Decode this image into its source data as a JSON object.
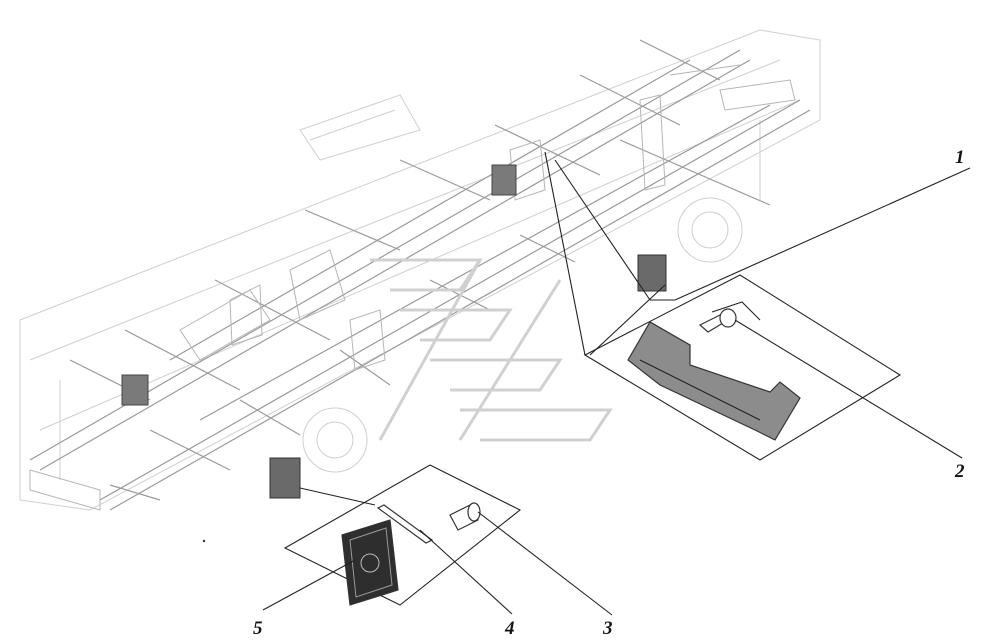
{
  "diagram": {
    "callouts": [
      {
        "id": "1",
        "label": "1",
        "part": "mudguard-bracket"
      },
      {
        "id": "2",
        "label": "2",
        "part": "bolt"
      },
      {
        "id": "3",
        "label": "3",
        "part": "bushing"
      },
      {
        "id": "4",
        "label": "4",
        "part": "strip"
      },
      {
        "id": "5",
        "label": "5",
        "part": "mud-flap"
      }
    ]
  },
  "colors": {
    "line": "#222222",
    "frame": "#9a9a9a",
    "part_fill": "#8c8c8c",
    "flap_fill": "#2e2e2e",
    "background": "#ffffff"
  }
}
